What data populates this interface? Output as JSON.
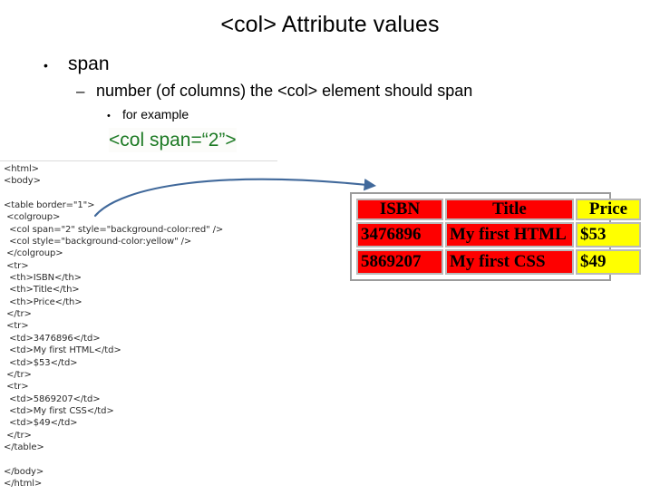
{
  "slide": {
    "title": "<col> Attribute values"
  },
  "bullets": {
    "level1": {
      "marker": "•",
      "text": "span"
    },
    "level2": {
      "marker": "–",
      "text": "number (of columns) the <col> element should span"
    },
    "level3": {
      "marker": "•",
      "text": "for example"
    }
  },
  "code_sample": {
    "text": "<col span=“2”>",
    "color": "#1d7a24"
  },
  "code_listing": {
    "lines": [
      "<html>",
      "<body>",
      "",
      "<table border=\"1\">",
      " <colgroup>",
      "  <col span=\"2\" style=\"background-color:red\" />",
      "  <col style=\"background-color:yellow\" />",
      " </colgroup>",
      " <tr>",
      "  <th>ISBN</th>",
      "  <th>Title</th>",
      "  <th>Price</th>",
      " </tr>",
      " <tr>",
      "  <td>3476896</td>",
      "  <td>My first HTML</td>",
      "  <td>$53</td>",
      " </tr>",
      " <tr>",
      "  <td>5869207</td>",
      "  <td>My first CSS</td>",
      "  <td>$49</td>",
      " </tr>",
      "</table>",
      "",
      "</body>",
      "</html>"
    ]
  },
  "arrow": {
    "name": "curved-arrow",
    "color": "#41699b"
  },
  "rendered_table": {
    "headers": [
      "ISBN",
      "Title",
      "Price"
    ],
    "header_colors": [
      "#fe0000",
      "#fe0000",
      "#ffff00"
    ],
    "rows": [
      [
        "3476896",
        "My first HTML",
        "$53"
      ],
      [
        "5869207",
        "My first CSS",
        "$49"
      ]
    ],
    "row_colors": [
      "#fe0000",
      "#fe0000",
      "#ffff00"
    ],
    "border_color": "#9c9c9c"
  }
}
